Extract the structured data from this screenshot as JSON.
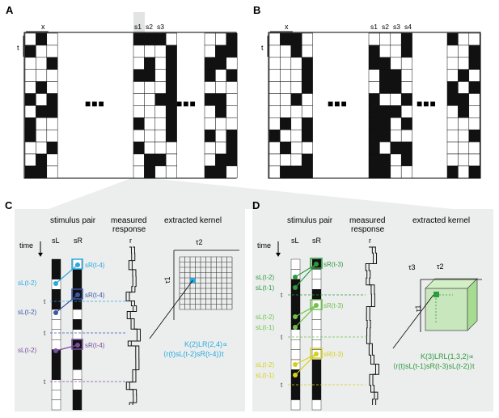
{
  "panels": {
    "A": {
      "label": "A",
      "x_label": "x",
      "t_label": "t",
      "cols": [
        "s1",
        "s2",
        "s3"
      ],
      "ellipsis": "■■■"
    },
    "B": {
      "label": "B",
      "x_label": "x",
      "t_label": "t",
      "cols": [
        "s1",
        "s2",
        "s3",
        "s4"
      ],
      "ellipsis": "■■■"
    },
    "C": {
      "label": "C",
      "stim_title": "stimulus pair",
      "resp_title_1": "measured",
      "resp_title_2": "response",
      "kernel_title": "extracted kernel",
      "time_label": "time",
      "sL": "sL",
      "sR": "sR",
      "r_label": "r",
      "tau1": "τ1",
      "tau2": "τ2",
      "left_labels": [
        "sL(t-2)",
        "sL(t-2)",
        "sL(t-2)"
      ],
      "right_labels": [
        "sR(t-4)",
        "sR(t-4)",
        "sR(t-4)"
      ],
      "t_marks": [
        "t",
        "t",
        "t"
      ],
      "formula_1": "K(2)LR(2,4)∝",
      "formula_2": "⟨r(t)sL(t-2)sR(t-4)⟩t"
    },
    "D": {
      "label": "D",
      "stim_title": "stimulus pair",
      "resp_title_1": "measured",
      "resp_title_2": "response",
      "kernel_title": "extracted kernel",
      "time_label": "time",
      "sL": "sL",
      "sR": "sR",
      "r_label": "r",
      "tau1": "τ1",
      "tau2": "τ2",
      "tau3": "τ3",
      "left_labels": [
        "sL(t-2)",
        "sL(t-1)",
        "sL(t-2)",
        "sL(t-1)",
        "sL(t-2)",
        "sL(t-1)"
      ],
      "right_labels": [
        "sR(t-3)",
        "sR(t-3)",
        "sR(t-3)"
      ],
      "t_marks": [
        "t",
        "t",
        "t"
      ],
      "formula_1": "K(3)LRL(1,3,2)∝",
      "formula_2": "⟨r(t)sL(t-1)sR(t-3)sL(t-2)⟩t"
    }
  },
  "colors": {
    "panel_bg": "#eceeee",
    "cyan": "#2aa9df",
    "blue": "#3d57a6",
    "purple": "#7a4e9c",
    "green": "#2e9a3e",
    "lightgreen": "#6fc14a",
    "yellow": "#d6d01c"
  }
}
